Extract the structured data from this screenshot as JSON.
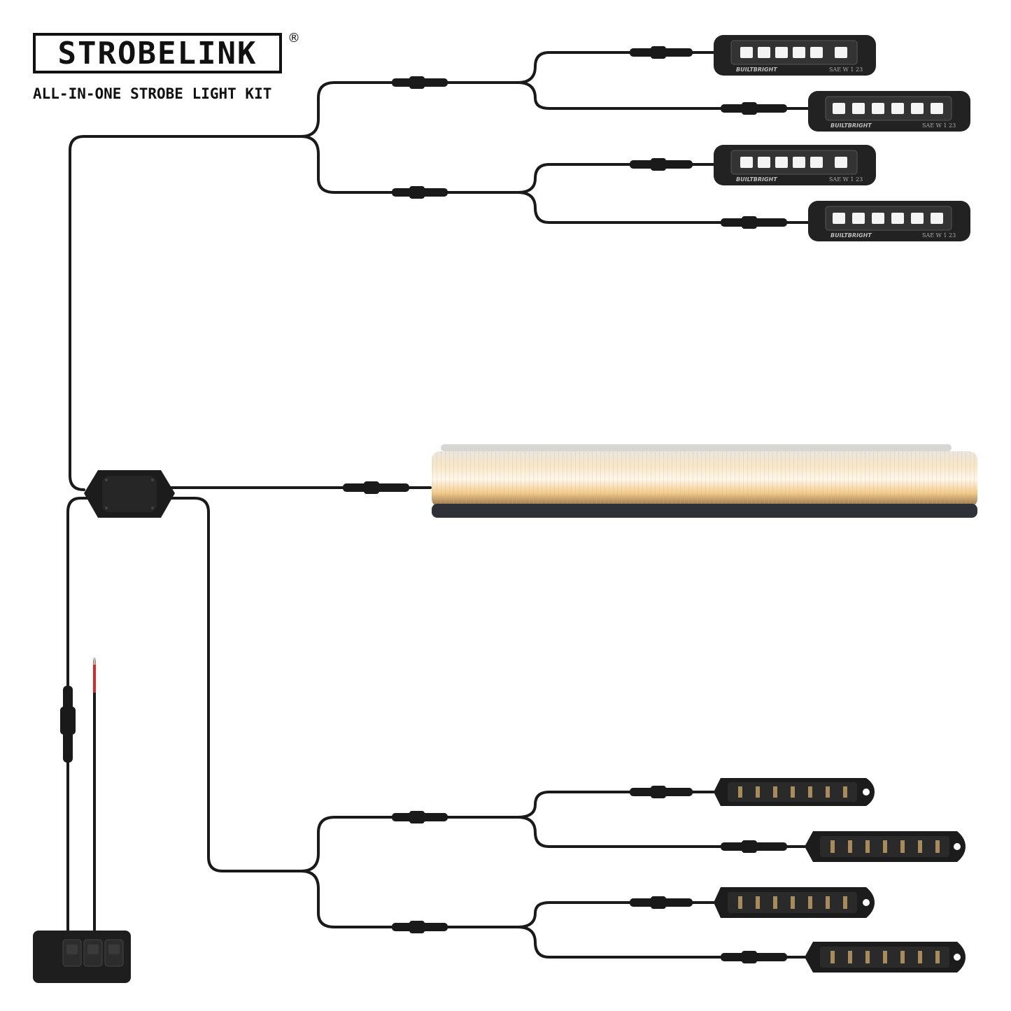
{
  "brand": {
    "name": "STROBELINK",
    "registered_mark": "®",
    "tagline": "ALL-IN-ONE STROBE LIGHT KIT"
  },
  "pod_label": {
    "brand": "BUILTBRIGHT",
    "rating": "SAE W 1 23"
  },
  "colors": {
    "cable": "#1a1a1a",
    "housing": "#222222",
    "led_white": "#f4f4f4",
    "light_bar_amber": "#f2c98a",
    "red_wire": "#d22a2a"
  },
  "components": {
    "surface_mount_pods": 4,
    "light_bar": 1,
    "grille_lights": 4,
    "control_box": 1,
    "switch_panel_switches": 3
  }
}
